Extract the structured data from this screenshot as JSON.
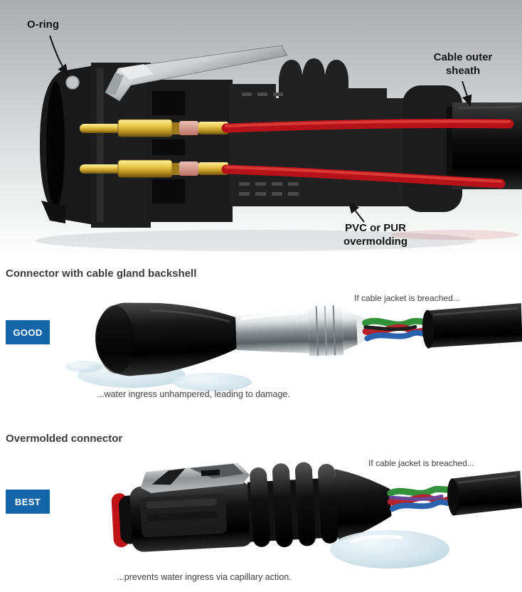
{
  "figure_top": {
    "o_ring_label": "O-ring",
    "cable_sheath_label": [
      "Cable outer",
      "sheath"
    ],
    "overmold_label": [
      "PVC or PUR",
      "overmolding"
    ]
  },
  "good_section": {
    "heading": "Connector with cable gland backshell",
    "badge_label": "GOOD",
    "annotation": "If cable jacket is breached...",
    "caption": "...water ingress unhampered, leading to damage."
  },
  "best_section": {
    "heading": "Overmolded connector",
    "badge_label": "BEST",
    "annotation": "If cable jacket is breached...",
    "caption": "...prevents water ingress via capillary action."
  },
  "colors": {
    "badge_blue": "#1566a8",
    "wire_red": "#b5121a",
    "pin_gold": "#d4af37",
    "water_blue": "#cfe2e9"
  }
}
